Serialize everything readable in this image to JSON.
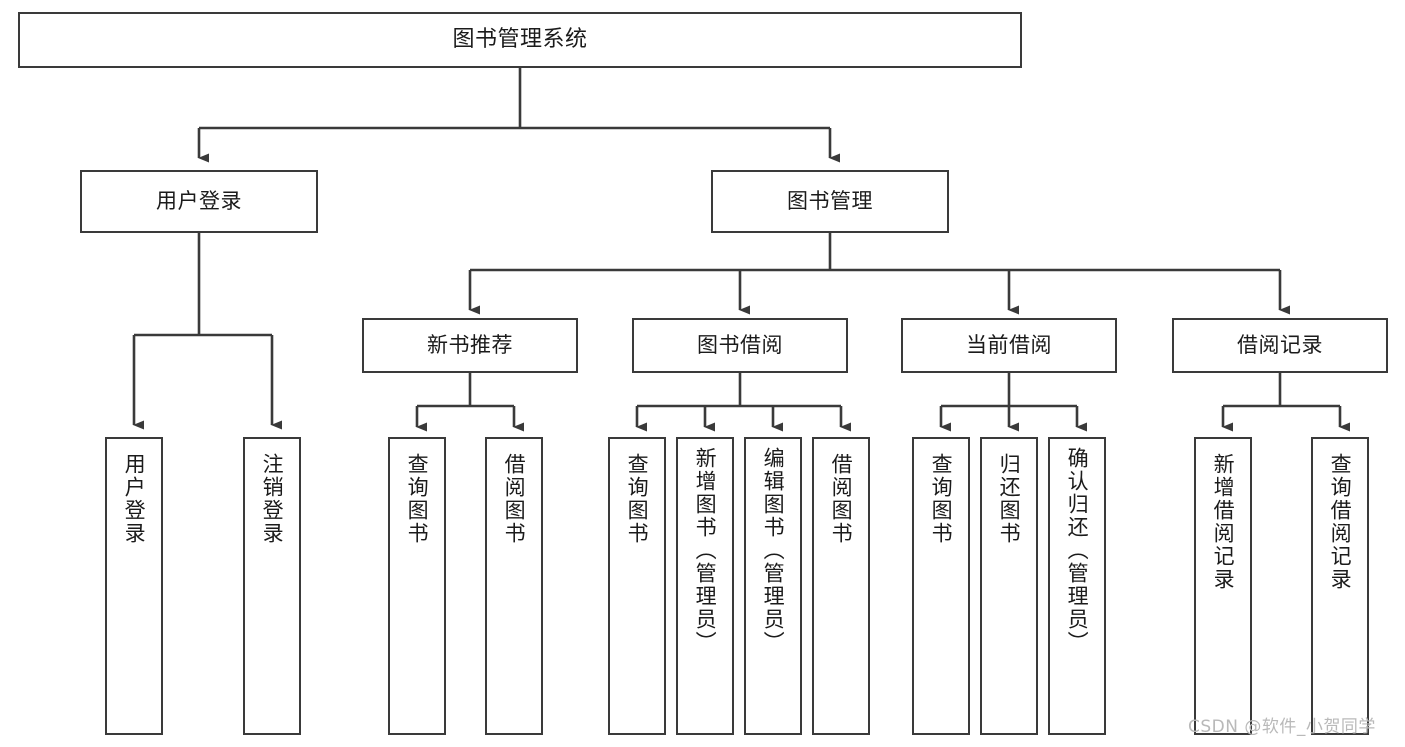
{
  "diagram": {
    "title": "图书管理系统",
    "watermark": "CSDN @软件_小贺同学",
    "colors": {
      "border": "#3a3a3a",
      "background": "#ffffff",
      "text": "#1b1b1b",
      "watermark": "#b9b9b9"
    },
    "levels": {
      "root": "图书管理系统",
      "level2": [
        "用户登录",
        "图书管理"
      ],
      "level3": [
        "新书推荐",
        "图书借阅",
        "当前借阅",
        "借阅记录"
      ]
    },
    "nodes": {
      "root": {
        "label": "图书管理系统"
      },
      "user_login": {
        "label": "用户登录"
      },
      "book_manage": {
        "label": "图书管理"
      },
      "new_book_rec": {
        "label": "新书推荐"
      },
      "book_borrow": {
        "label": "图书借阅"
      },
      "current_borrow": {
        "label": "当前借阅"
      },
      "borrow_record": {
        "label": "借阅记录"
      },
      "leaf_user_login": {
        "label": "用户登录"
      },
      "leaf_logout": {
        "label": "注销登录"
      },
      "leaf_query_book_1": {
        "label": "查询图书"
      },
      "leaf_borrow_book_1": {
        "label": "借阅图书"
      },
      "leaf_query_book_2": {
        "label": "查询图书"
      },
      "leaf_add_book": {
        "label": "新增图书（管理员）"
      },
      "leaf_edit_book": {
        "label": "编辑图书（管理员）"
      },
      "leaf_borrow_book_2": {
        "label": "借阅图书"
      },
      "leaf_query_book_3": {
        "label": "查询图书"
      },
      "leaf_return_book": {
        "label": "归还图书"
      },
      "leaf_confirm_return": {
        "label": "确认归还（管理员）"
      },
      "leaf_add_record": {
        "label": "新增借阅记录"
      },
      "leaf_query_record": {
        "label": "查询借阅记录"
      }
    },
    "tree": [
      {
        "label": "图书管理系统",
        "children": [
          {
            "label": "用户登录",
            "children": [
              {
                "label": "用户登录"
              },
              {
                "label": "注销登录"
              }
            ]
          },
          {
            "label": "图书管理",
            "children": [
              {
                "label": "新书推荐",
                "children": [
                  {
                    "label": "查询图书"
                  },
                  {
                    "label": "借阅图书"
                  }
                ]
              },
              {
                "label": "图书借阅",
                "children": [
                  {
                    "label": "查询图书"
                  },
                  {
                    "label": "新增图书（管理员）"
                  },
                  {
                    "label": "编辑图书（管理员）"
                  },
                  {
                    "label": "借阅图书"
                  }
                ]
              },
              {
                "label": "当前借阅",
                "children": [
                  {
                    "label": "查询图书"
                  },
                  {
                    "label": "归还图书"
                  },
                  {
                    "label": "确认归还（管理员）"
                  }
                ]
              },
              {
                "label": "借阅记录",
                "children": [
                  {
                    "label": "新增借阅记录"
                  },
                  {
                    "label": "查询借阅记录"
                  }
                ]
              }
            ]
          }
        ]
      }
    ]
  }
}
